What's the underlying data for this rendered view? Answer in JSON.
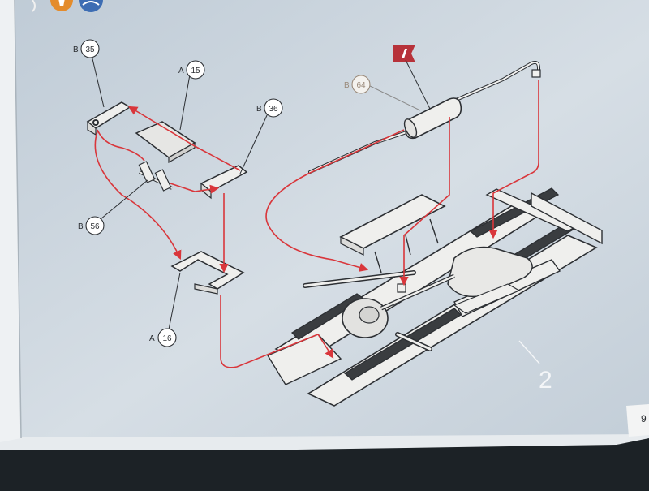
{
  "colors": {
    "page": "#c9d4dd",
    "page_light": "#dfe6ec",
    "arrow": "#d9363b",
    "line": "#2c2f33",
    "part_fill": "#eeeeec",
    "ref_number": "#9a8a7a",
    "accent_orange": "#e48c2c",
    "accent_blue": "#3d6db3",
    "flag": "#b7323a"
  },
  "icons": [
    "glue-icon",
    "decal-icon"
  ],
  "callouts": [
    {
      "letter": "B",
      "number": "35",
      "style": "normal"
    },
    {
      "letter": "A",
      "number": "15",
      "style": "normal"
    },
    {
      "letter": "B",
      "number": "36",
      "style": "normal"
    },
    {
      "letter": "B",
      "number": "56",
      "style": "normal"
    },
    {
      "letter": "A",
      "number": "16",
      "style": "normal"
    },
    {
      "letter": "B",
      "number": "64",
      "style": "faded"
    }
  ],
  "step_marker": "2",
  "page_number": "9"
}
